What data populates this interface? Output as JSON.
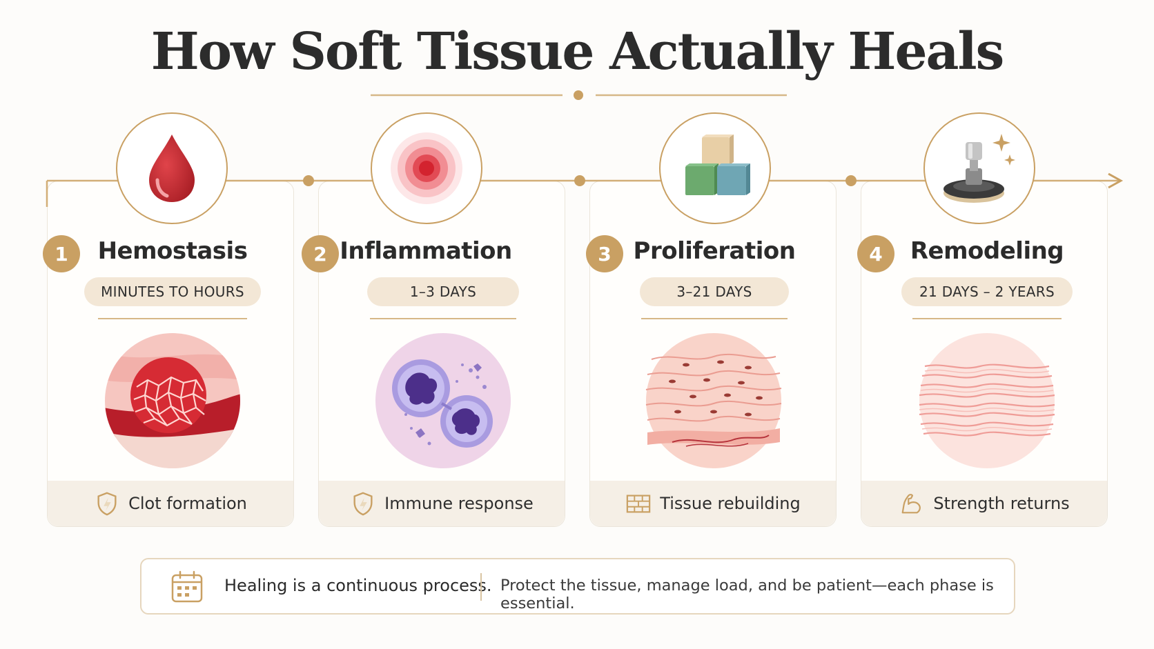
{
  "title": "How Soft Tissue Actually Heals",
  "colors": {
    "accent": "#c9a063",
    "pill": "#f3e7d6",
    "footer": "#f5efe6",
    "blood": "#c1272d",
    "inflammation": "#e0323e",
    "immune_cell": "#6b4aa8"
  },
  "phases": [
    {
      "number": "1",
      "name": "Hemostasis",
      "duration": "MINUTES TO HOURS",
      "outcome": "Clot formation",
      "icon": "blood-drop-icon",
      "outcome_icon": "shield-icon"
    },
    {
      "number": "2",
      "name": "Inflammation",
      "duration": "1–3 DAYS",
      "outcome": "Immune response",
      "icon": "inflammation-target-icon",
      "outcome_icon": "shield-icon"
    },
    {
      "number": "3",
      "name": "Proliferation",
      "duration": "3–21 DAYS",
      "outcome": "Tissue rebuilding",
      "icon": "building-blocks-icon",
      "outcome_icon": "brick-wall-icon"
    },
    {
      "number": "4",
      "name": "Remodeling",
      "duration": "21 DAYS – 2 YEARS",
      "outcome": "Strength returns",
      "icon": "press-stamp-icon",
      "outcome_icon": "flexed-arm-icon"
    }
  ],
  "note": {
    "icon": "calendar-icon",
    "lead": "Healing is a continuous process.",
    "body": "Protect the tissue, manage load, and be patient—each phase is essential."
  }
}
